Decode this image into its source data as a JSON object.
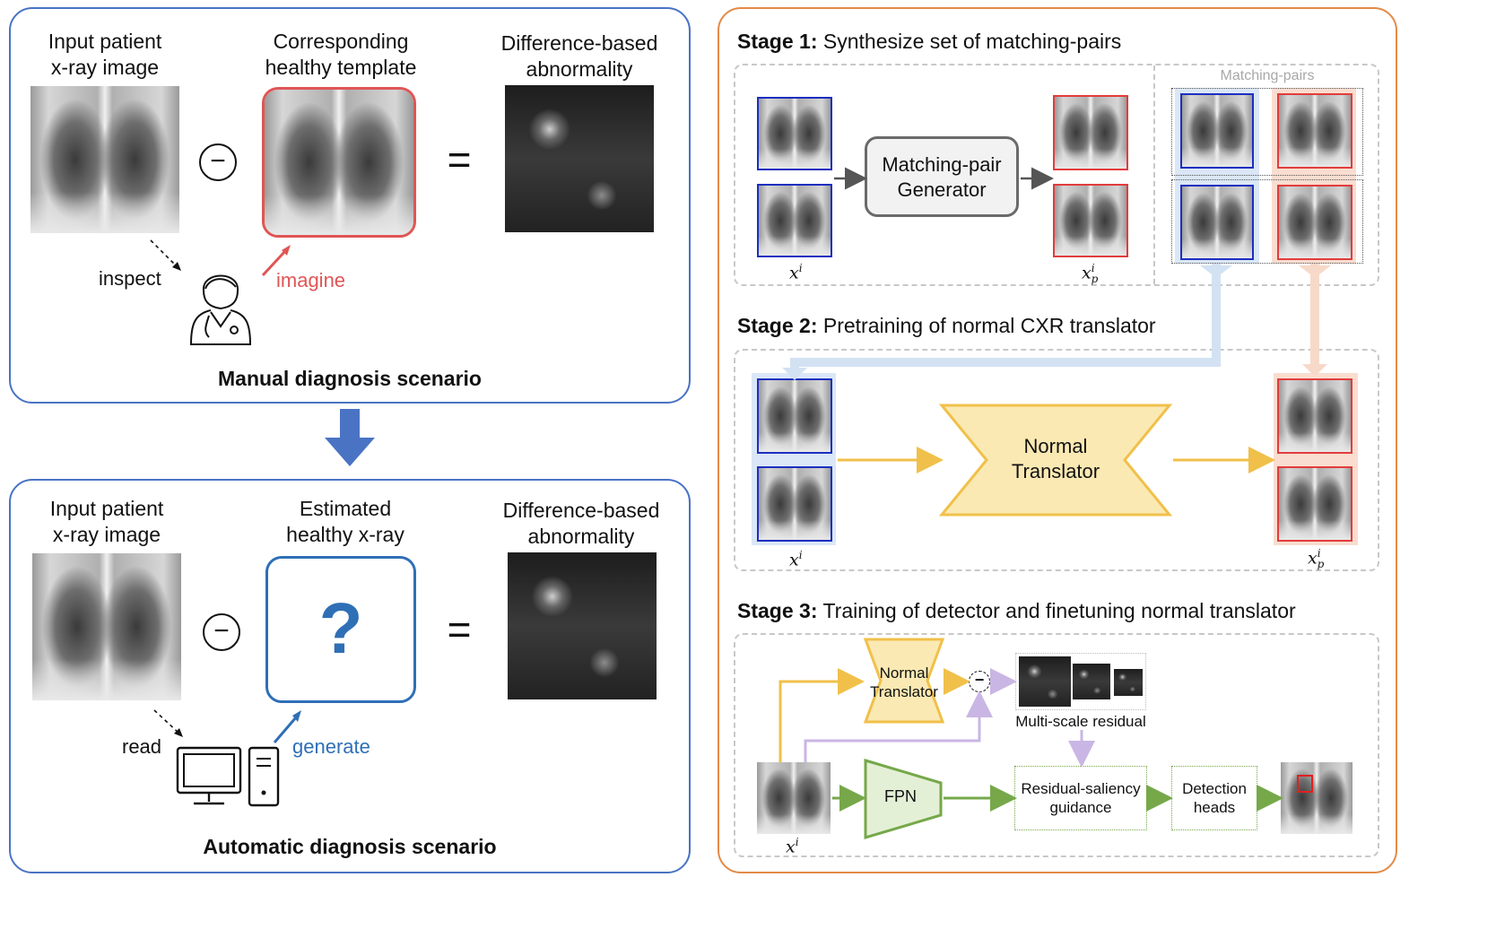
{
  "left": {
    "manual": {
      "input_label_1": "Input patient",
      "input_label_2": "x-ray image",
      "template_label_1": "Corresponding",
      "template_label_2": "healthy template",
      "diff_label_1": "Difference-based",
      "diff_label_2": "abnormality",
      "inspect": "inspect",
      "imagine": "imagine",
      "title": "Manual diagnosis scenario"
    },
    "automatic": {
      "input_label_1": "Input patient",
      "input_label_2": "x-ray image",
      "estimated_label_1": "Estimated",
      "estimated_label_2": "healthy x-ray",
      "diff_label_1": "Difference-based",
      "diff_label_2": "abnormality",
      "read": "read",
      "generate": "generate",
      "question": "?",
      "title": "Automatic diagnosis scenario"
    },
    "minus": "−",
    "equals": "="
  },
  "right": {
    "stage1": {
      "prefix": "Stage 1:",
      "title": "Synthesize set of matching-pairs",
      "generator_1": "Matching-pair",
      "generator_2": "Generator",
      "matching_pairs": "Matching-pairs",
      "x_label": "x",
      "x_sup": "i",
      "xp_label": "x",
      "xp_sup": "i",
      "xp_sub": "p"
    },
    "stage2": {
      "prefix": "Stage 2:",
      "title": "Pretraining of normal CXR translator",
      "translator_1": "Normal",
      "translator_2": "Translator",
      "x_label": "x",
      "x_sup": "i",
      "xp_label": "x",
      "xp_sup": "i",
      "xp_sub": "p"
    },
    "stage3": {
      "prefix": "Stage 3:",
      "title": "Training of detector and finetuning normal translator",
      "translator_1": "Normal",
      "translator_2": "Translator",
      "residual": "Multi-scale residual",
      "fpn": "FPN",
      "guidance_1": "Residual-saliency",
      "guidance_2": "guidance",
      "heads_1": "Detection",
      "heads_2": "heads",
      "minus": "−",
      "x_label": "x",
      "x_sup": "i"
    }
  },
  "colors": {
    "manual_border": "#4a73c4",
    "arrow_blue": "#4a73c4",
    "right_border": "#e38a47",
    "imagine": "#e05555",
    "generate": "#2f6fb6",
    "translator_fill": "#fbe9b3",
    "translator_stroke": "#f0c04a",
    "fpn_fill": "#e4f0d6",
    "fpn_stroke": "#76a84a"
  }
}
